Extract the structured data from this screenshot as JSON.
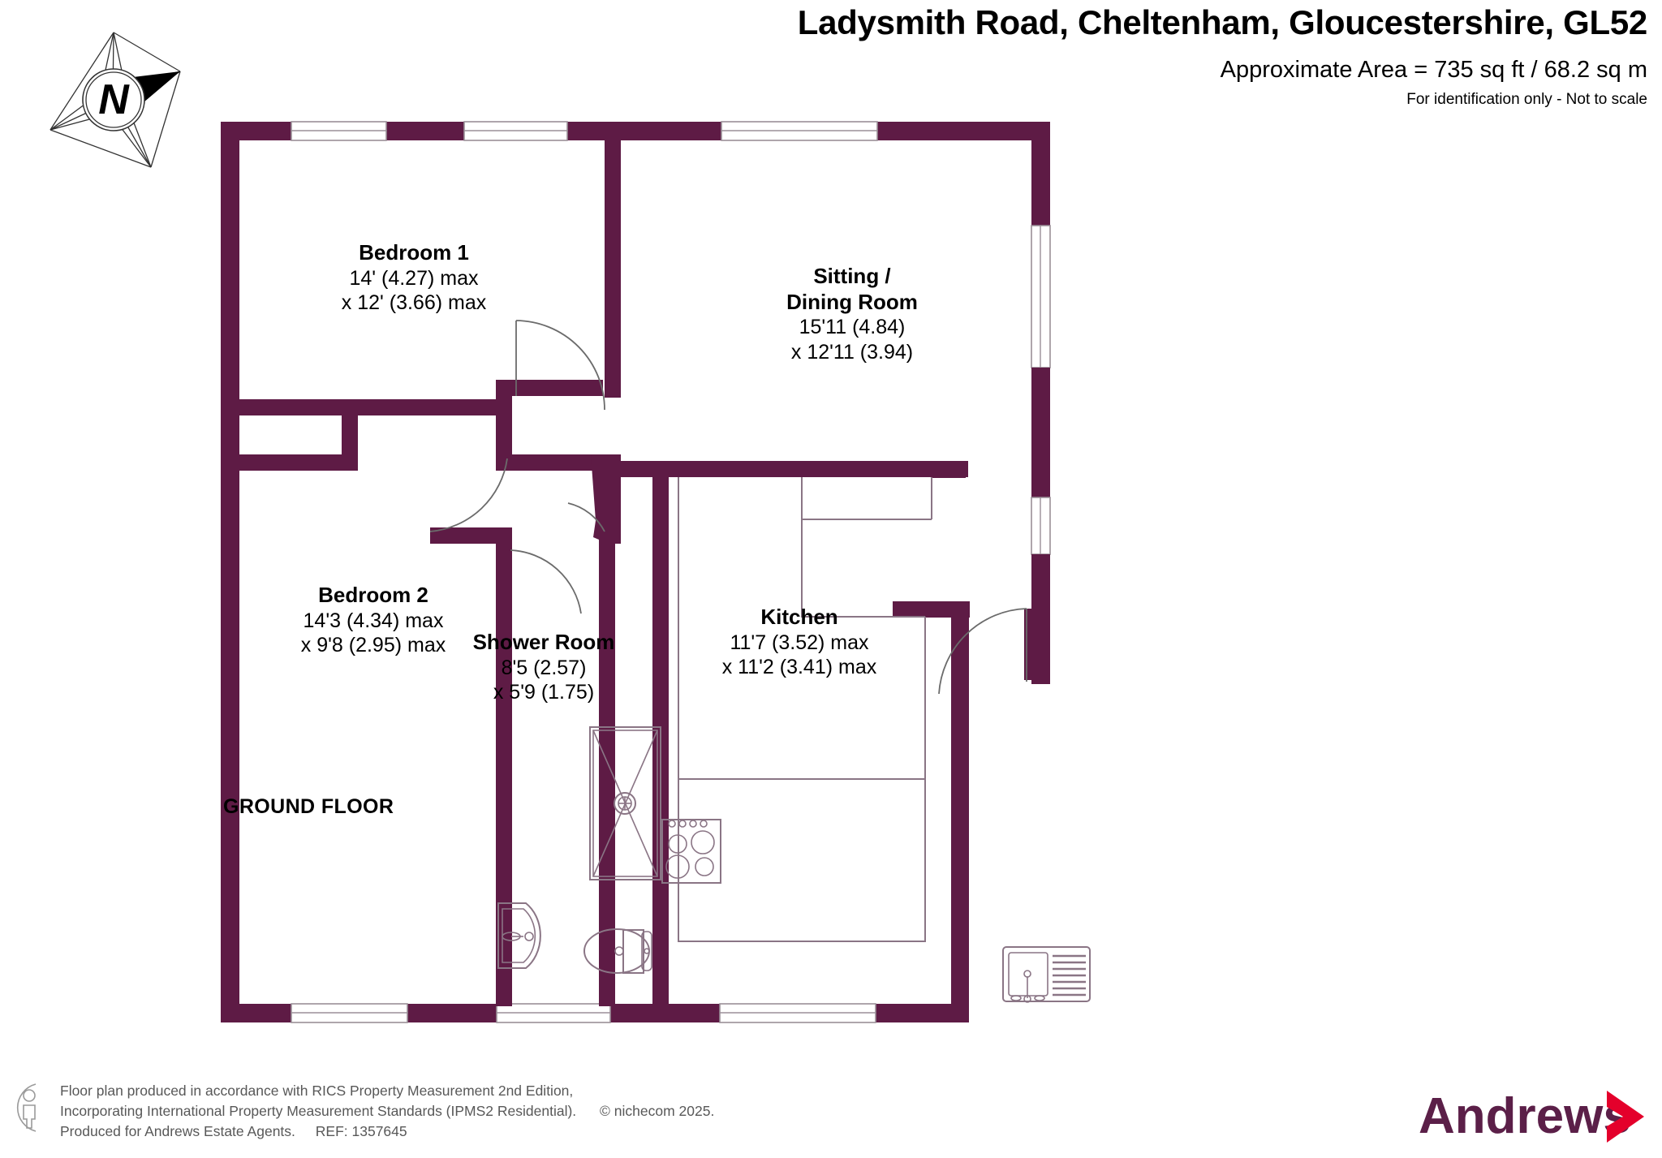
{
  "header": {
    "title": "Ladysmith Road, Cheltenham, Gloucestershire, GL52",
    "area": "Approximate Area = 735 sq ft / 68.2 sq m",
    "note": "For identification only - Not to scale"
  },
  "compass": {
    "label": "N"
  },
  "floor_caption": "GROUND FLOOR",
  "rooms": [
    {
      "id": "bedroom-1",
      "name": "Bedroom 1",
      "dim1": "14' (4.27) max",
      "dim2": "x 12' (3.66) max"
    },
    {
      "id": "sitting-dining-room",
      "name_line1": "Sitting /",
      "name_line2": "Dining Room",
      "dim1": "15'11 (4.84)",
      "dim2": "x 12'11 (3.94)"
    },
    {
      "id": "bedroom-2",
      "name": "Bedroom 2",
      "dim1": "14'3 (4.34) max",
      "dim2": "x 9'8 (2.95) max"
    },
    {
      "id": "shower-room",
      "name": "Shower Room",
      "dim1": "8'5 (2.57)",
      "dim2": "x 5'9 (1.75)"
    },
    {
      "id": "kitchen",
      "name": "Kitchen",
      "dim1": "11'7 (3.52) max",
      "dim2": "x 11'2 (3.41) max"
    }
  ],
  "footer": {
    "line1": "Floor plan produced in accordance with RICS Property Measurement 2nd Edition,",
    "line2": "Incorporating International Property Measurement Standards (IPMS2 Residential).",
    "copyright": "© nichecom 2025.",
    "line3": "Produced for Andrews Estate Agents.",
    "ref": "REF: 1357645"
  },
  "brand": {
    "name": "Andrews",
    "wordmark_color": "#5B1F48",
    "chevron_color": "#E4002B"
  },
  "colors": {
    "wall": "#5E1B45",
    "fixture_stroke": "#8A7585",
    "page_background": "#FFFFFF",
    "text": "#000000",
    "footer_text": "#585858"
  }
}
